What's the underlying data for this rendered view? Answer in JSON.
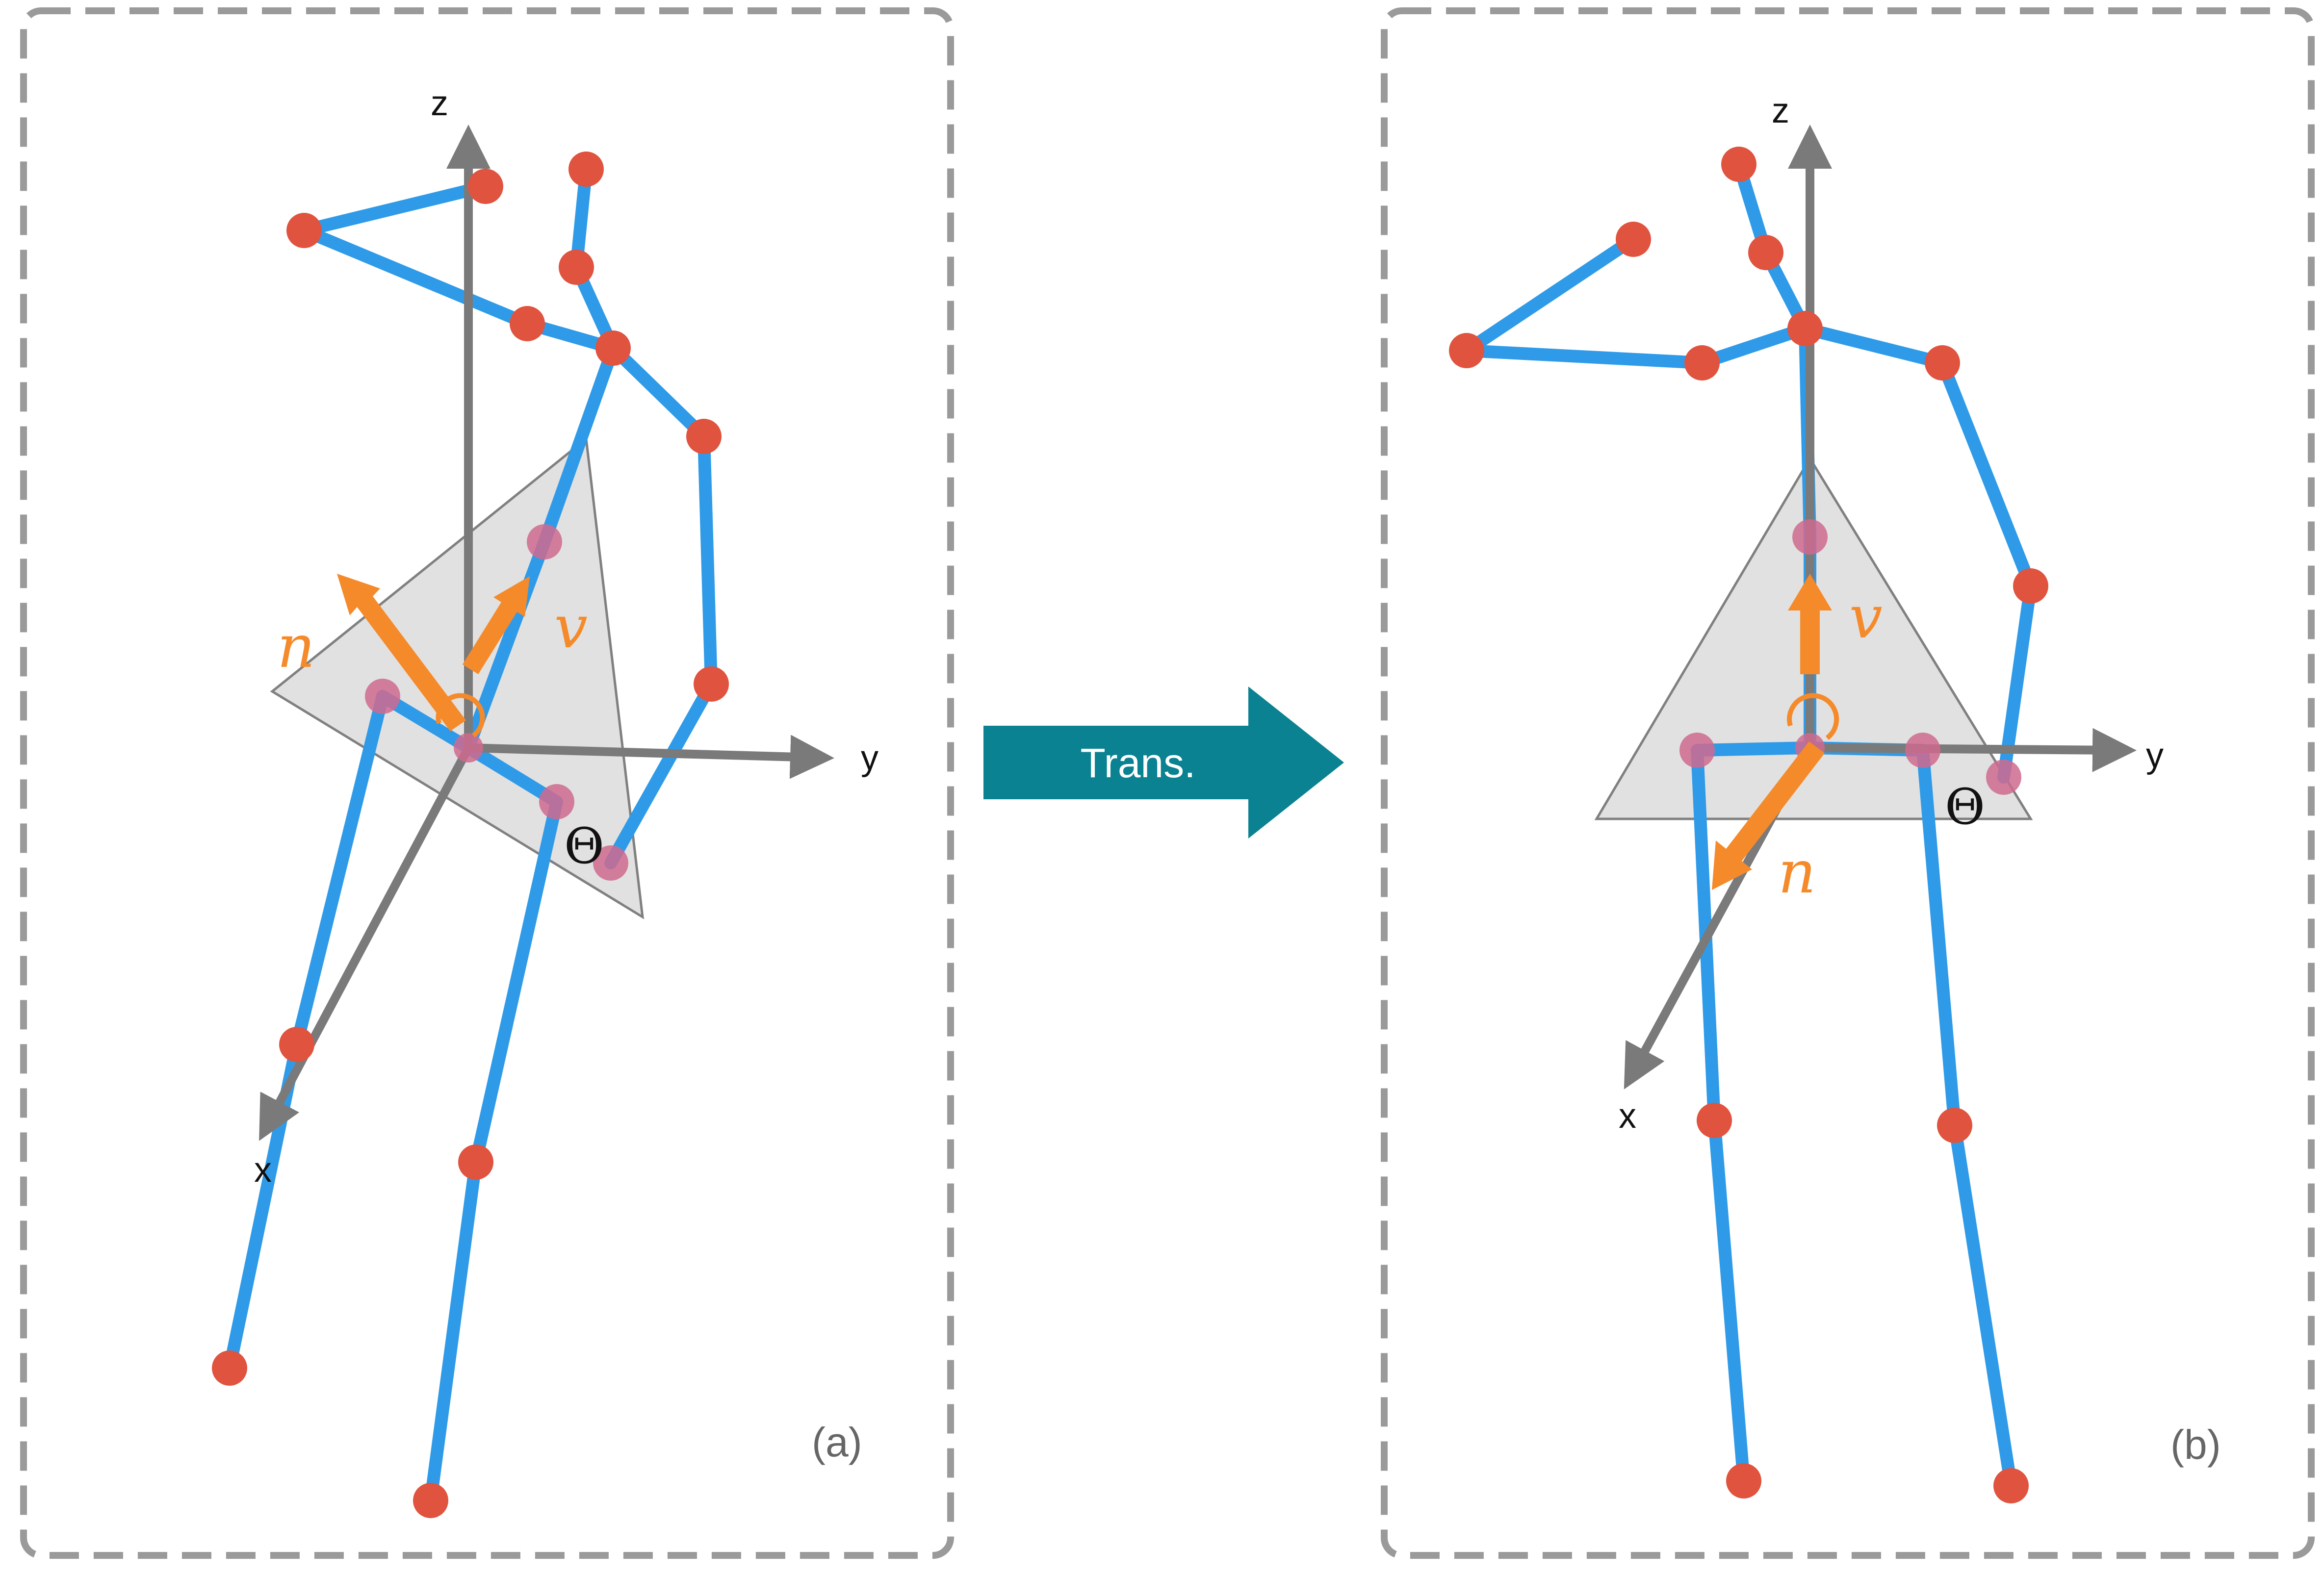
{
  "colors": {
    "bone": "#2f9be8",
    "joint": "#e0533f",
    "joint_behind": "#cf6a8e",
    "vector": "#f58a2b",
    "axis": "#7a7a7a",
    "plane_fill": "#dcdcdc",
    "plane_stroke": "#808080",
    "transform_arrow": "#0b8291",
    "panel_border": "#9a9a9a"
  },
  "panels": [
    {
      "label": "(a)",
      "axes": {
        "x": "x",
        "y": "y",
        "z": "z"
      },
      "vectors": {
        "n": "n",
        "v": "v"
      },
      "angle": "Θ"
    },
    {
      "label": "(b)",
      "axes": {
        "x": "x",
        "y": "y",
        "z": "z"
      },
      "vectors": {
        "n": "n",
        "v": "v"
      },
      "angle": "Θ"
    }
  ],
  "transform_arrow": {
    "label": "Trans."
  }
}
